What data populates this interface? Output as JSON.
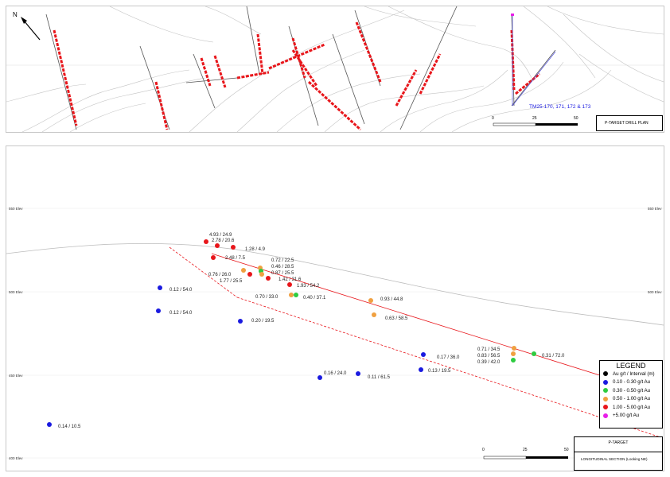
{
  "plan": {
    "north": "N",
    "drill_label": "TM25-170, 171, 172 & 173",
    "scale_labels": [
      "0",
      "25",
      "50"
    ],
    "title": "P-TARGET DRILL PLAN"
  },
  "section": {
    "elev_left": [
      "550 Elev",
      "500 Elev",
      "450 Elev",
      "400 Elev"
    ],
    "elev_right": [
      "550 Elev",
      "500 Elev"
    ],
    "scale_labels": [
      "0",
      "25",
      "50"
    ],
    "title": "P-TARGET",
    "subtitle": "LONGITUDINAL SECTION (Looking NE)",
    "points": [
      {
        "label": "4.93 / 24.9",
        "color": "#e8161b"
      },
      {
        "label": "2.78 / 20.6",
        "color": "#e8161b"
      },
      {
        "label": "1.28 / 4.9",
        "color": "#e8161b"
      },
      {
        "label": "2.48 / 7.5",
        "color": "#e8161b"
      },
      {
        "label": "0.72 / 22.5",
        "color": "#f0a040"
      },
      {
        "label": "0.46 / 28.5",
        "color": "#2ecc40"
      },
      {
        "label": "0.87 / 25.5",
        "color": "#f0a040"
      },
      {
        "label": "0.76 / 26.0",
        "color": "#f0a040"
      },
      {
        "label": "1.77 / 25.5",
        "color": "#e8161b"
      },
      {
        "label": "1.42 / 31.6",
        "color": "#e8161b"
      },
      {
        "label": "1.93 / 54.2",
        "color": "#e8161b"
      },
      {
        "label": "0.12 / 54.0",
        "color": "#1a1ae0"
      },
      {
        "label": "0.70 / 33.0",
        "color": "#f0a040"
      },
      {
        "label": "0.40 / 37.1",
        "color": "#2ecc40"
      },
      {
        "label": "0.93 / 44.8",
        "color": "#f0a040"
      },
      {
        "label": "0.12 / 54.0",
        "color": "#1a1ae0"
      },
      {
        "label": "0.63 / 58.5",
        "color": "#f0a040"
      },
      {
        "label": "0.20 / 19.5",
        "color": "#1a1ae0"
      },
      {
        "label": "0.71 / 34.5",
        "color": "#f0a040"
      },
      {
        "label": "0.83 / 56.5",
        "color": "#f0a040"
      },
      {
        "label": "0.39 / 42.0",
        "color": "#2ecc40"
      },
      {
        "label": "0.31 / 72.0",
        "color": "#2ecc40"
      },
      {
        "label": "0.17 / 36.0",
        "color": "#1a1ae0"
      },
      {
        "label": "0.13 / 19.5",
        "color": "#1a1ae0"
      },
      {
        "label": "0.16 / 24.0",
        "color": "#1a1ae0"
      },
      {
        "label": "0.11 / 61.5",
        "color": "#1a1ae0"
      },
      {
        "label": "0.14 / 10.5",
        "color": "#1a1ae0"
      }
    ]
  },
  "legend": {
    "title": "LEGEND",
    "items": [
      {
        "label": "Au g/t / Interval (m)",
        "color": "#000000"
      },
      {
        "label": "0.10 - 0.30 g/t Au",
        "color": "#1a1ae0"
      },
      {
        "label": "0.30 - 0.50 g/t Au",
        "color": "#2ecc40"
      },
      {
        "label": "0.50 - 1.00 g/t Au",
        "color": "#f0a040"
      },
      {
        "label": "1.00 - 5.00 g/t Au",
        "color": "#e8161b"
      },
      {
        "label": "+5.00 g/t Au",
        "color": "#e81ee8"
      }
    ]
  }
}
